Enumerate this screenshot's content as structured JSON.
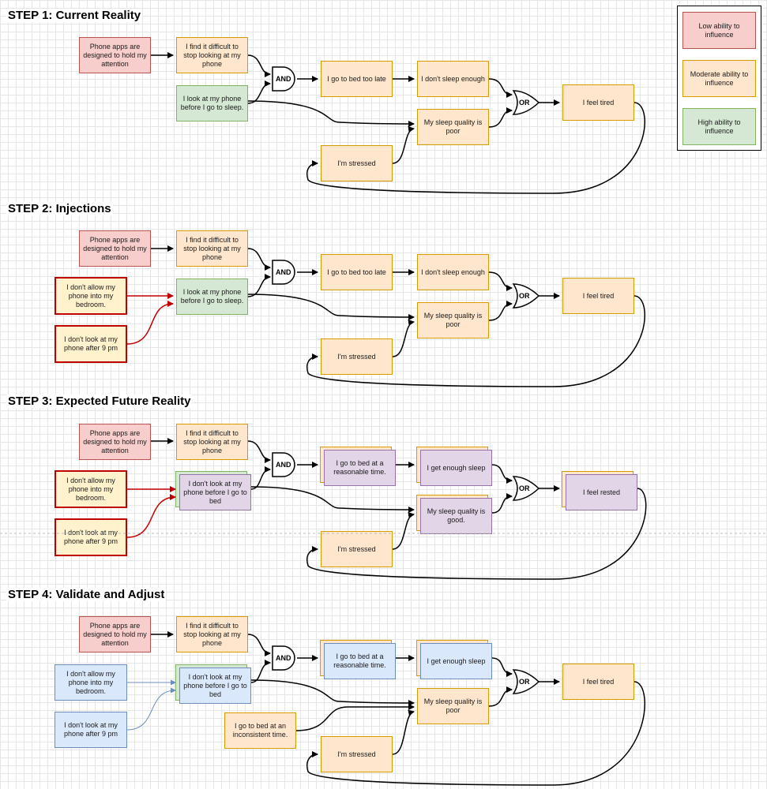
{
  "steps": [
    {
      "title": "STEP 1: Current Reality",
      "nodes": {
        "phone_apps": "Phone apps are designed to hold my attention",
        "difficult_stop": "I find it difficult to stop looking at my phone",
        "look_phone": "I look at my phone before I go to sleep.",
        "bed_late": "I go to bed too late",
        "not_sleep": "I don't sleep enough",
        "quality": "My sleep quality is poor",
        "stressed": "I'm stressed",
        "tired": "I feel tired"
      },
      "and_label": "AND",
      "or_label": "OR"
    },
    {
      "title": "STEP 2: Injections",
      "nodes": {
        "phone_apps": "Phone apps are designed to hold my attention",
        "difficult_stop": "I find it difficult to stop looking at my phone",
        "no_bedroom": "I don't allow my phone into my bedroom.",
        "after9": "I don't look at my phone after 9 pm",
        "look_phone": "I look at my phone before I go to sleep.",
        "bed_late": "I go to bed too late",
        "not_sleep": "I don't sleep enough",
        "quality": "My sleep quality is poor",
        "stressed": "I'm stressed",
        "tired": "I feel tired"
      },
      "and_label": "AND",
      "or_label": "OR"
    },
    {
      "title": "STEP 3: Expected Future Reality",
      "nodes": {
        "phone_apps": "Phone apps are designed to hold my attention",
        "difficult_stop": "I find it difficult to stop looking at my phone",
        "no_bedroom": "I don't allow my phone into my bedroom.",
        "after9": "I don't look at my phone after 9 pm",
        "look_phone": "I don't look at my phone before I go to bed",
        "bed_late": "I go to bed at a reasonable time.",
        "not_sleep": "I get enough sleep",
        "quality": "My sleep quality is good.",
        "stressed": "I'm stressed",
        "tired": "I feel rested"
      },
      "and_label": "AND",
      "or_label": "OR"
    },
    {
      "title": "STEP 4: Validate and Adjust",
      "nodes": {
        "phone_apps": "Phone apps are designed to hold my attention",
        "difficult_stop": "I find it difficult to stop looking at my phone",
        "no_bedroom": "I don't allow my phone into my bedroom.",
        "after9": "I don't look at my phone after 9 pm",
        "look_phone": "I don't look at my phone before I go to bed",
        "bed_late": "I go to bed at a reasonable time.",
        "not_sleep": "I get enough sleep",
        "quality": "My sleep quality is poor",
        "inconsistent": "I go to bed at an inconsistent time.",
        "stressed": "I'm stressed",
        "tired": "I feel tired"
      },
      "and_label": "AND",
      "or_label": "OR"
    }
  ],
  "legend": {
    "low": "Low ability to influence",
    "moderate": "Moderate ability to influence",
    "high": "High ability to influence"
  },
  "colors": {
    "red_fill": "#f8cecc",
    "orange_fill": "#ffe6cc",
    "green_fill": "#d5e8d4",
    "purple_fill": "#e1d5e7",
    "blue_fill": "#dae8fc",
    "injection_fill": "#fff2cc",
    "injection_border": "#c00000"
  }
}
